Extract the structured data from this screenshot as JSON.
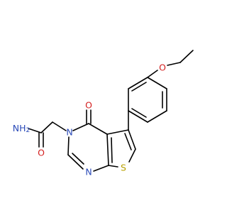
{
  "atoms": {
    "nh2": "NH",
    "nh2_sub": "2",
    "o_amide": "O",
    "o_ketone": "O",
    "n3": "N",
    "n1": "N",
    "s": "S",
    "o_ether": "O"
  },
  "colors": {
    "nitrogen": "#2a4ab8",
    "oxygen": "#d42020",
    "sulfur": "#b8a000",
    "bond": "#000000"
  }
}
